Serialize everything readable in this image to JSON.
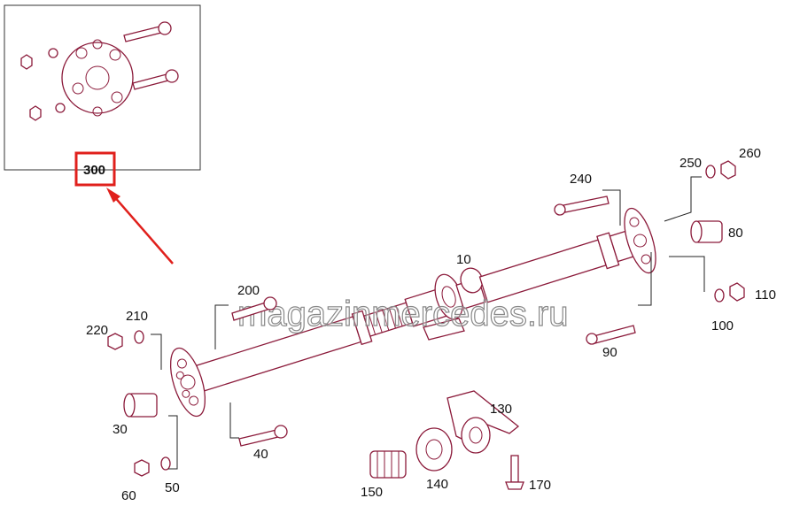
{
  "diagram": {
    "inset_part": "300",
    "labels": [
      "240",
      "250",
      "260",
      "80",
      "10",
      "200",
      "210",
      "220",
      "110",
      "100",
      "90",
      "30",
      "40",
      "130",
      "60",
      "50",
      "150",
      "140",
      "170"
    ],
    "watermark": "magazinmercedes.ru",
    "colors": {
      "line": "#8b1a3a",
      "highlight": "#e0201c",
      "text": "#111111"
    }
  }
}
